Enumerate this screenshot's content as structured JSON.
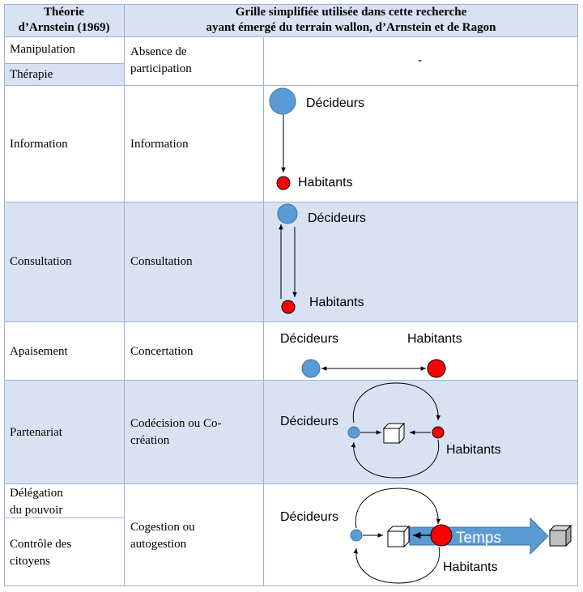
{
  "header": {
    "col1": "Théorie d’Arnstein (1969)",
    "col1_line1": "Théorie",
    "col1_line2": "d’Arnstein (1969)",
    "col2_line1": "Grille simplifiée utilisée dans cette recherche",
    "col2_line2": "ayant émergé du terrain wallon, d’Arnstein et de Ragon"
  },
  "rows": {
    "manipulation": "Manipulation",
    "therapie": "Thérapie",
    "absence_line1": "Absence de",
    "absence_line2": "participation",
    "absence_diagram": "-",
    "information_left": "Information",
    "information_mid": "Information",
    "consultation_left": "Consultation",
    "consultation_mid": "Consultation",
    "apaisement": "Apaisement",
    "concertation": "Concertation",
    "partenariat": "Partenariat",
    "codecision_line1": "Codécision ou Co-",
    "codecision_line2": "création",
    "delegation_line1": "Délégation",
    "delegation_line2": "du pouvoir",
    "controle_line1": "Contrôle des",
    "controle_line2": "citoyens",
    "cogestion_line1": "Cogestion ou",
    "cogestion_line2": "autogestion"
  },
  "diagram_labels": {
    "decideurs": "Décideurs",
    "habitants": "Habitants",
    "temps": "Temps"
  },
  "colors": {
    "row_shade": "#d9e2f3",
    "decideurs_node": "#5b9bd5",
    "habitants_node": "#ff0000",
    "time_arrow": "#5b9bd5",
    "grid_line": "#9db2d8"
  }
}
